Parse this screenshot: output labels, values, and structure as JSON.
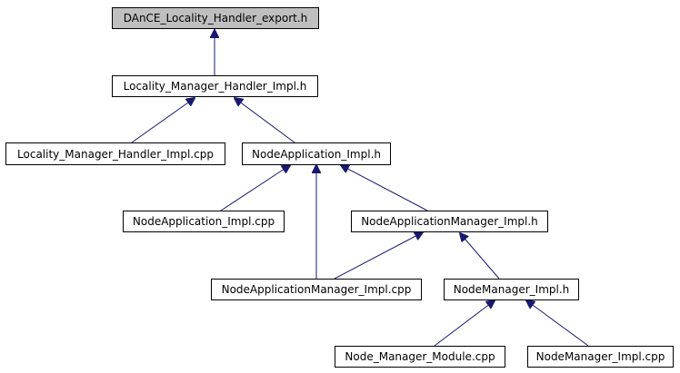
{
  "nodes": {
    "dance_locality_handler_export": "DAnCE_Locality_Handler_export.h",
    "locality_manager_handler_impl_h": "Locality_Manager_Handler_Impl.h",
    "locality_manager_handler_impl_cpp": "Locality_Manager_Handler_Impl.cpp",
    "nodeapplication_impl_h": "NodeApplication_Impl.h",
    "nodeapplication_impl_cpp": "NodeApplication_Impl.cpp",
    "nodeapplicationmanager_impl_h": "NodeApplicationManager_Impl.h",
    "nodeapplicationmanager_impl_cpp": "NodeApplicationManager_Impl.cpp",
    "nodemanager_impl_h": "NodeManager_Impl.h",
    "node_manager_module_cpp": "Node_Manager_Module.cpp",
    "nodemanager_impl_cpp": "NodeManager_Impl.cpp"
  },
  "edges": [
    [
      "locality_manager_handler_impl_h",
      "dance_locality_handler_export"
    ],
    [
      "locality_manager_handler_impl_cpp",
      "locality_manager_handler_impl_h"
    ],
    [
      "nodeapplication_impl_h",
      "locality_manager_handler_impl_h"
    ],
    [
      "nodeapplication_impl_cpp",
      "nodeapplication_impl_h"
    ],
    [
      "nodeapplicationmanager_impl_h",
      "nodeapplication_impl_h"
    ],
    [
      "nodeapplicationmanager_impl_cpp",
      "nodeapplication_impl_h"
    ],
    [
      "nodeapplicationmanager_impl_cpp",
      "nodeapplicationmanager_impl_h"
    ],
    [
      "nodemanager_impl_h",
      "nodeapplicationmanager_impl_h"
    ],
    [
      "node_manager_module_cpp",
      "nodemanager_impl_h"
    ],
    [
      "nodemanager_impl_cpp",
      "nodemanager_impl_h"
    ]
  ],
  "colors": {
    "root_fill": "#bfbfbf",
    "node_fill": "#ffffff",
    "edge": "#191970",
    "arrowhead": "#191970"
  }
}
